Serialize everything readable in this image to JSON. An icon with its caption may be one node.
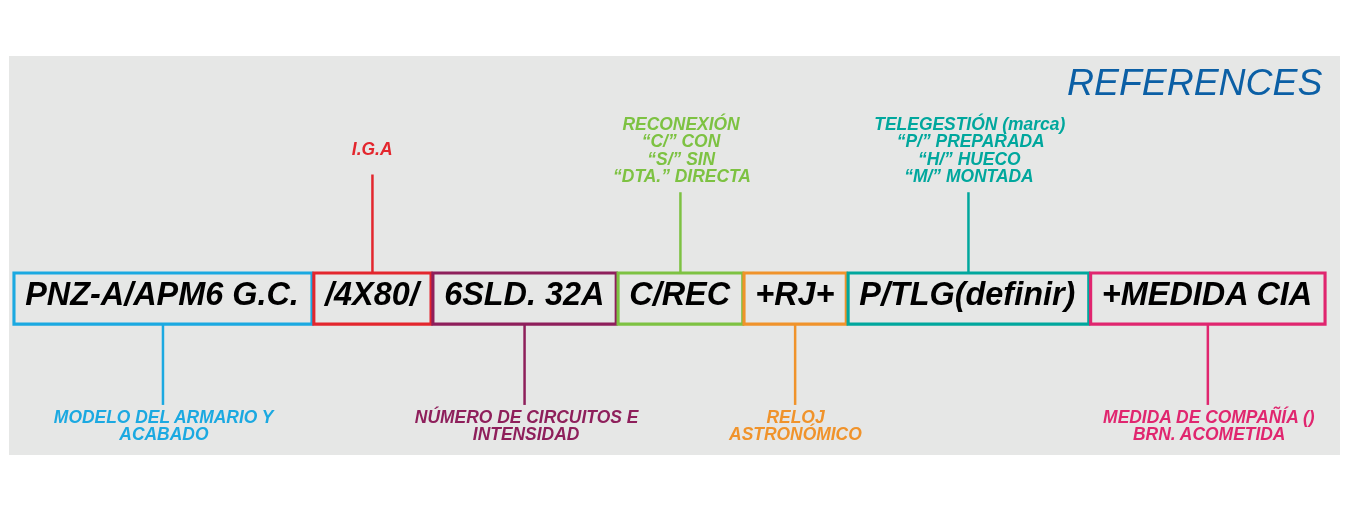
{
  "diagram": {
    "title": "REFERENCES",
    "nodes": [
      {
        "text": [
          "PNZ-A/APM6 G.C."
        ]
      },
      {
        "text": [
          "/4X80/"
        ]
      },
      {
        "text": [
          "6SLD. 32A"
        ]
      },
      {
        "text": [
          "C/REC"
        ]
      },
      {
        "text": [
          "+RJ+"
        ]
      },
      {
        "text": [
          "P/TLG(definir)"
        ]
      },
      {
        "text": [
          "+MEDIDA CIA"
        ]
      },
      {
        "text": [
          "I.G.A"
        ]
      },
      {
        "text": [
          "RECONEXIÓN",
          "“C/” CON",
          "“S/” SIN",
          "“DTA.” DIRECTA"
        ]
      },
      {
        "text": [
          "TELEGESTIÓN (marca)",
          "“P/” PREPARADA",
          "“H/” HUECO",
          "“M/” MONTADA"
        ]
      },
      {
        "text": [
          "MODELO DEL ARMARIO Y ACABADO"
        ]
      },
      {
        "text": [
          "NÚMERO DE CIRCUITOS E INTENSIDAD"
        ]
      },
      {
        "text": [
          "RELOJ ASTRONÓMICO"
        ]
      },
      {
        "text": [
          "MEDIDA DE COMPAÑÍA () BRN. ACOMETIDA"
        ]
      }
    ],
    "edges": [
      {
        "from": 7,
        "to": 1,
        "arrow": "none",
        "color": "#e3262d"
      },
      {
        "from": 8,
        "to": 3,
        "arrow": "none",
        "color": "#7dc242"
      },
      {
        "from": 9,
        "to": 5,
        "arrow": "none",
        "color": "#00a79d"
      },
      {
        "from": 10,
        "to": 0,
        "arrow": "none",
        "color": "#1ba9e1"
      },
      {
        "from": 11,
        "to": 2,
        "arrow": "none",
        "color": "#8e1f5b"
      },
      {
        "from": 12,
        "to": 4,
        "arrow": "none",
        "color": "#f0932b"
      },
      {
        "from": 13,
        "to": 6,
        "arrow": "none",
        "color": "#e0266f"
      }
    ]
  }
}
